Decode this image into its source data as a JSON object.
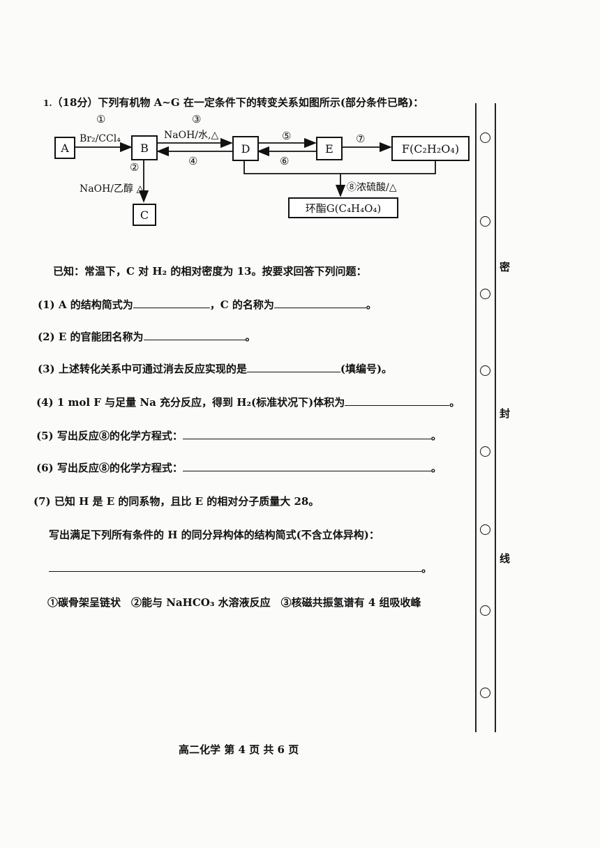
{
  "header": {
    "number": "1.",
    "question": "（18分）下列有机物 A~G 在一定条件下的转变关系如图所示(部分条件已略)："
  },
  "diagram": {
    "boxes": {
      "A": "A",
      "B": "B",
      "C": "C",
      "D": "D",
      "E": "E",
      "F": "F(C₂H₂O₄)",
      "G": "环酯G(C₄H₄O₄)"
    },
    "labels": {
      "step1": "①",
      "reagent1": "Br₂/CCl₄",
      "step3": "③",
      "reagent3": "NaOH/水,△",
      "step4": "④",
      "step2": "②",
      "reagent2": "NaOH/乙醇 △",
      "step5": "⑤",
      "step6": "⑥",
      "step7": "⑦",
      "step8": "⑧浓硫酸/△"
    }
  },
  "known": "已知：常温下，C 对 H₂ 的相对密度为 13。按要求回答下列问题：",
  "questions": {
    "q1_a": "(1) A 的结构简式为",
    "q1_b": "，C 的名称为",
    "q1_end": "。",
    "q2": "(2) E 的官能团名称为",
    "q2_end": "。",
    "q3": "(3) 上述转化关系中可通过消去反应实现的是",
    "q3_end": "(填编号)。",
    "q4": "(4) 1 mol F 与足量 Na 充分反应，得到 H₂(标准状况下)体积为",
    "q4_end": "。",
    "q5": "(5) 写出反应⑧的化学方程式：",
    "q5_end": "。",
    "q6": "(6) 写出反应⑧的化学方程式：",
    "q6_end": "。",
    "q7": "(7) 已知 H 是 E 的同系物，且比 E 的相对分子质量大 28。",
    "q7_sub": "写出满足下列所有条件的 H 的同分异构体的结构简式(不含立体异构)：",
    "q7_end": "。",
    "conditions": "①碳骨架呈链状　②能与 NaHCO₃ 水溶液反应　③核磁共振氢谱有 4 组吸收峰"
  },
  "sidebar": {
    "char1": "密",
    "char2": "封",
    "char3": "线"
  },
  "footer": "高二化学 第 4 页 共 6 页"
}
